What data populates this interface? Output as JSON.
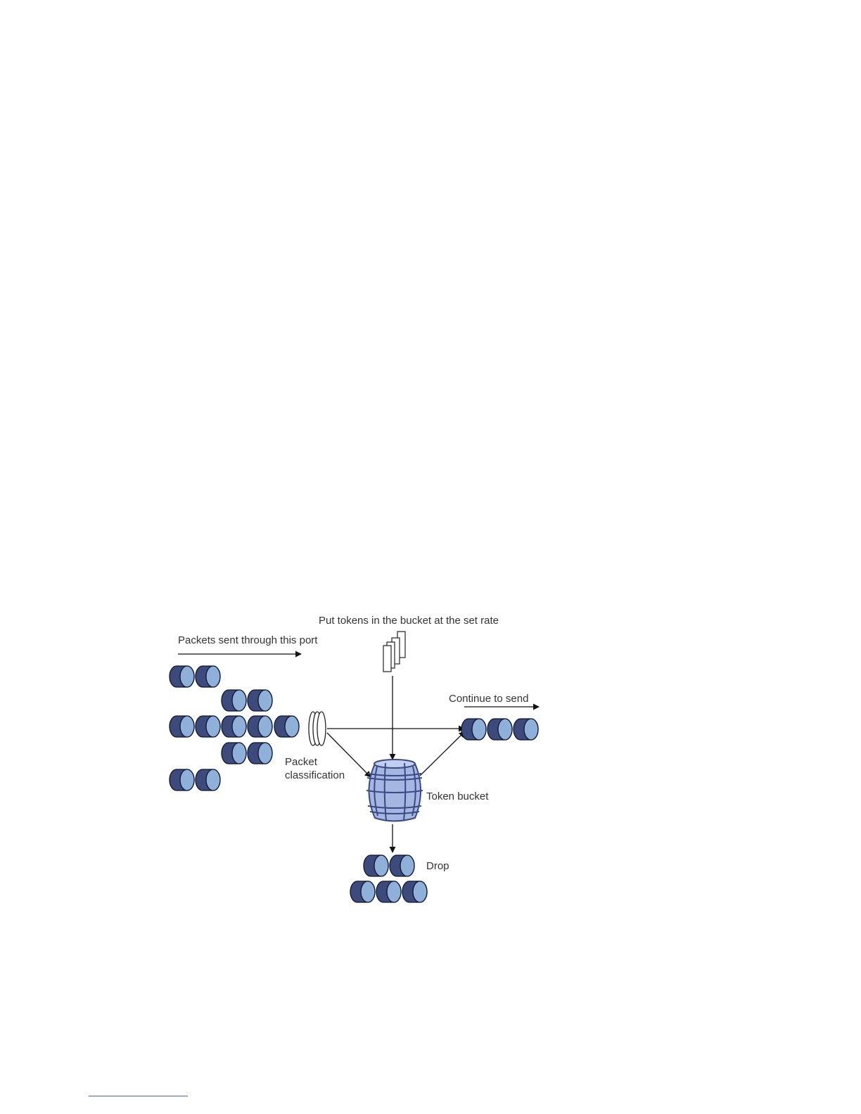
{
  "diagram": {
    "labels": {
      "packets_sent": "Packets sent through this port",
      "put_tokens": "Put tokens in the bucket at the set rate",
      "continue_to_send": "Continue to send",
      "packet_classification_line1": "Packet",
      "packet_classification_line2": "classification",
      "token_bucket": "Token bucket",
      "drop": "Drop"
    },
    "colors": {
      "packet_dark": "#3c4a7c",
      "packet_light": "#8fb0d8",
      "bucket_fill": "#a6b6e2",
      "bucket_stroke": "#3a4a82",
      "line": "#111111"
    },
    "icons": {
      "packet": "packet-cylinder-icon",
      "tokens": "token-stack-icon",
      "classifier": "classifier-ring-icon",
      "bucket": "token-bucket-barrel-icon"
    }
  }
}
